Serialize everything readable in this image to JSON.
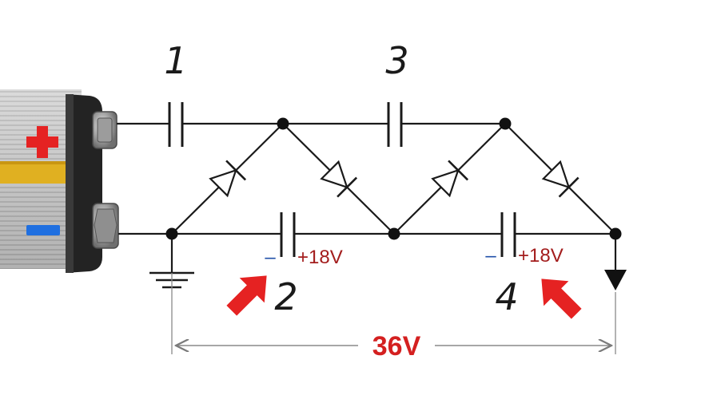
{
  "capacitors": [
    {
      "number": "1"
    },
    {
      "number": "2",
      "minus_sign": "–",
      "voltage": "+18V"
    },
    {
      "number": "3"
    },
    {
      "number": "4",
      "minus_sign": "–",
      "voltage": "+18V"
    }
  ],
  "output_voltage": "36V",
  "colors": {
    "wire": "#1a1a1a",
    "voltage_label": "#a31d1d",
    "minus_sign": "#1f4fa8",
    "arrow": "#e52222",
    "total_label": "#d42020",
    "battery_terminal_plus": "#e52222",
    "battery_terminal_minus": "#1f6fe0"
  }
}
